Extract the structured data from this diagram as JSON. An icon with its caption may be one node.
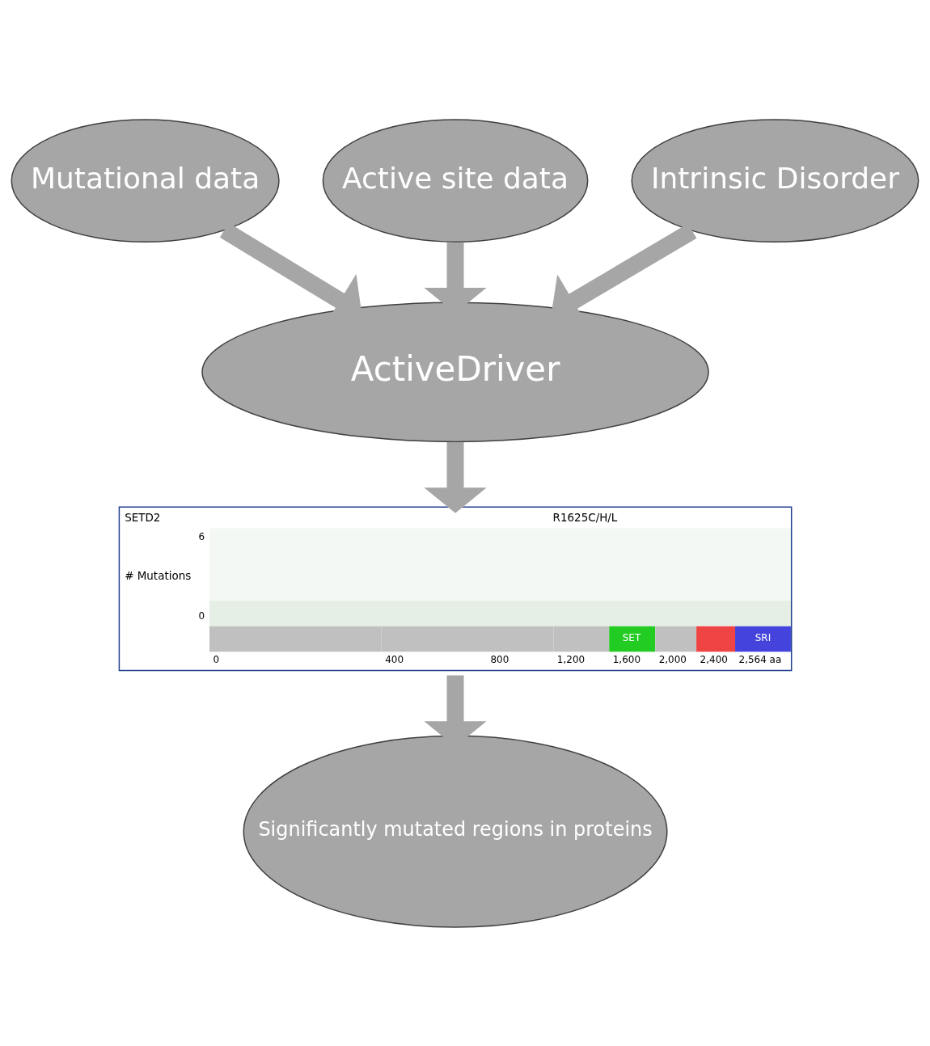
{
  "diagram": {
    "nodes": [
      {
        "text": [
          "Mutational data"
        ]
      },
      {
        "text": [
          "Active site data"
        ]
      },
      {
        "text": [
          "Intrinsic Disorder"
        ]
      },
      {
        "text": [
          "ActiveDriver"
        ]
      },
      {
        "text": [
          "SETD2",
          "R1625C/H/L",
          "# Mutations",
          "6",
          "0",
          "SET",
          "SRI",
          "0",
          "400",
          "800",
          "1,200",
          "1,600",
          "2,000",
          "2,400",
          "2,564 aa"
        ]
      },
      {
        "text": [
          "Significantly mutated regions in proteins"
        ]
      }
    ],
    "edges": [
      {
        "from": 0,
        "to": 3,
        "arrow": "to"
      },
      {
        "from": 1,
        "to": 3,
        "arrow": "to"
      },
      {
        "from": 2,
        "to": 3,
        "arrow": "to"
      },
      {
        "from": 3,
        "to": 4,
        "arrow": "to"
      },
      {
        "from": 4,
        "to": 5,
        "arrow": "to"
      }
    ]
  }
}
